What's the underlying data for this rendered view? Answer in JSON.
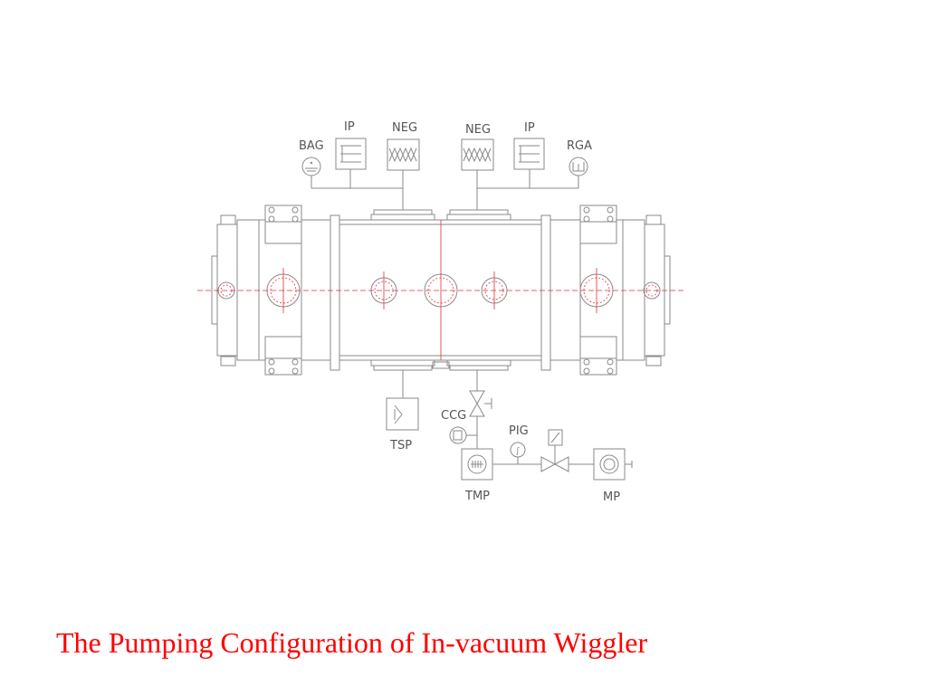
{
  "caption": "The Pumping Configuration of In-vacuum Wiggler",
  "labels": {
    "bag": "BAG",
    "ip_left": "IP",
    "neg_left": "NEG",
    "neg_right": "NEG",
    "ip_right": "IP",
    "rga": "RGA",
    "tsp": "TSP",
    "ccg": "CCG",
    "pig": "PIG",
    "tmp": "TMP",
    "mp": "MP"
  },
  "colors": {
    "caption": "#ff0000",
    "line": "#8a8a8a",
    "centerline": "#e03030"
  },
  "icons": [
    "gauge-icon",
    "ion-pump-icon",
    "neg-pump-icon",
    "rga-icon",
    "tsp-icon",
    "valve-icon",
    "turbo-pump-icon",
    "mechanical-pump-icon"
  ]
}
